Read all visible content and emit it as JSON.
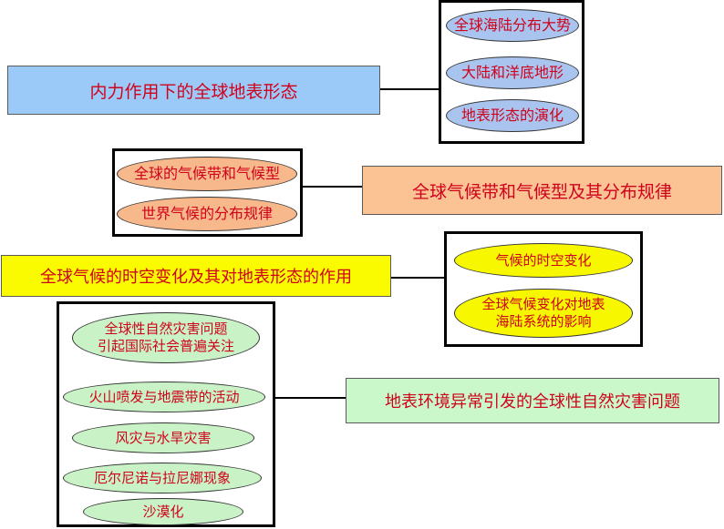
{
  "diagram": {
    "topic1": {
      "title": "内力作用下的全球地表形态",
      "items": [
        "全球海陆分布大势",
        "大陆和洋底地形",
        "地表形态的演化"
      ]
    },
    "topic2": {
      "title": "全球气候带和气候型及其分布规律",
      "items": [
        "全球的气候带和气候型",
        "世界气候的分布规律"
      ]
    },
    "topic3": {
      "title": "全球气候的时空变化及其对地表形态的作用",
      "items": [
        "气候的时空变化",
        "全球气候变化对地表",
        "海陆系统的影响"
      ]
    },
    "topic4": {
      "title": "地表环境异常引发的全球性自然灾害问题",
      "items": [
        "全球性自然灾害问题",
        "引起国际社会普遍关注",
        "火山喷发与地震带的活动",
        "风灾与水旱灾害",
        "厄尔尼诺与拉尼娜现象",
        "沙漠化"
      ]
    }
  }
}
